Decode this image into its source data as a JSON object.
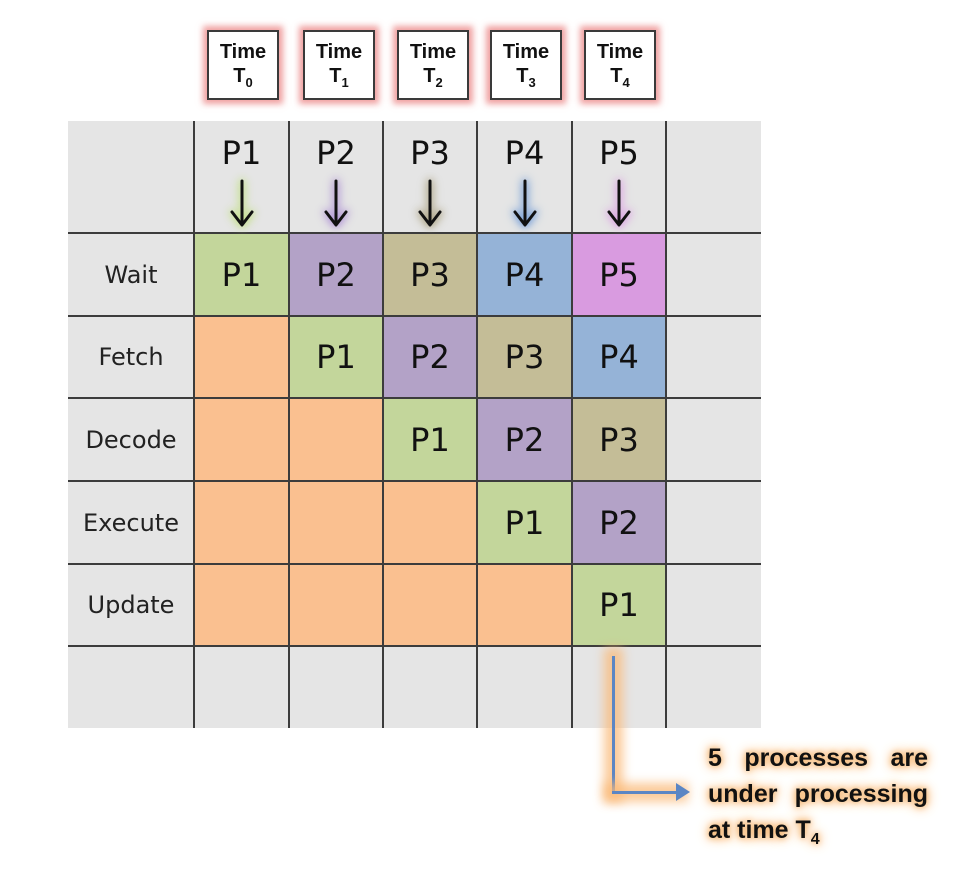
{
  "time_labels": [
    {
      "word": "Time",
      "sub": "0"
    },
    {
      "word": "Time",
      "sub": "1"
    },
    {
      "word": "Time",
      "sub": "2"
    },
    {
      "word": "Time",
      "sub": "3"
    },
    {
      "word": "Time",
      "sub": "4"
    }
  ],
  "process_headers": [
    "P1",
    "P2",
    "P3",
    "P4",
    "P5"
  ],
  "header_arrow_glow_colors": [
    "#c6e08f",
    "#b49ad6",
    "#b0a88a",
    "#7fa4d8",
    "#dca6e2"
  ],
  "stages": [
    "Wait",
    "Fetch",
    "Decode",
    "Execute",
    "Update"
  ],
  "pipeline": [
    [
      "P1",
      "P2",
      "P3",
      "P4",
      "P5"
    ],
    [
      "",
      "P1",
      "P2",
      "P3",
      "P4"
    ],
    [
      "",
      "",
      "P1",
      "P2",
      "P3"
    ],
    [
      "",
      "",
      "",
      "P1",
      "P2"
    ],
    [
      "",
      "",
      "",
      "",
      "P1"
    ]
  ],
  "process_colors": {
    "P1": "#c3d69b",
    "P2": "#b3a2c7",
    "P3": "#c4bd97",
    "P4": "#95b3d7",
    "P5": "#d99be0",
    "empty": "#fac090"
  },
  "annotation": {
    "line1_words": [
      "5",
      "processes",
      "are"
    ],
    "line2_words": [
      "under",
      "processing"
    ],
    "line3_prefix": "at time T",
    "line3_sub": "4"
  }
}
